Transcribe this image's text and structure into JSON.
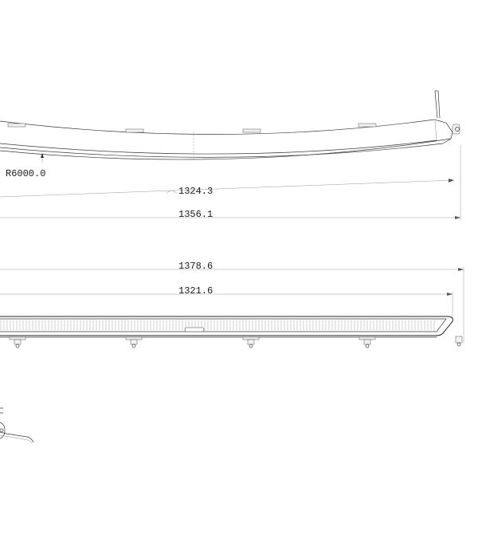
{
  "drawing": {
    "dimensions": {
      "radius": "R6000.0",
      "arc_length": "1324.3",
      "overall_curved": "1356.1",
      "overall_straight": "1378.6",
      "body_straight": "1321.6"
    },
    "colors": {
      "line": "#3a3a3a",
      "dimension_line": "#9a9a9a",
      "text": "#1a1a1a",
      "background": "#ffffff"
    }
  }
}
